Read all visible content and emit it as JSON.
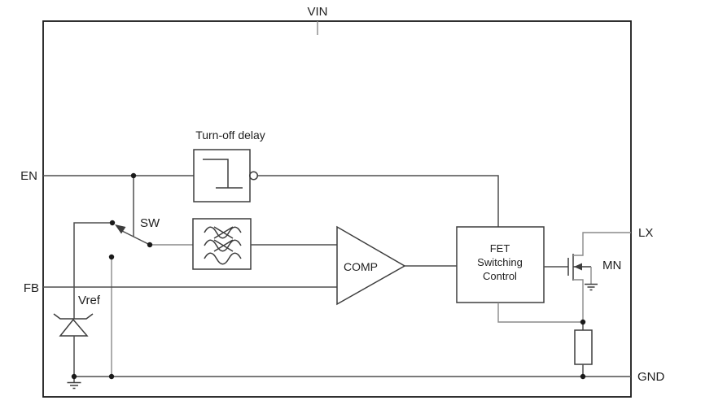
{
  "diagram": {
    "pins": {
      "vin": "VIN",
      "en": "EN",
      "fb": "FB",
      "lx": "LX",
      "gnd": "GND"
    },
    "components": {
      "turn_off_delay": {
        "label": "Turn-off delay"
      },
      "switch": {
        "label": "SW"
      },
      "vref": {
        "label": "Vref"
      },
      "comparator": {
        "label": "COMP"
      },
      "fet_control": {
        "line1": "FET",
        "line2": "Switching",
        "line3": "Control"
      },
      "mosfet": {
        "label": "MN"
      }
    },
    "colors": {
      "background": "#ffffff",
      "border": "#1a1a1a",
      "wire": "#4f4f4f",
      "wire_light": "#8a8a8a",
      "text": "#1f1f1f",
      "dot": "#1a1a1a"
    }
  }
}
